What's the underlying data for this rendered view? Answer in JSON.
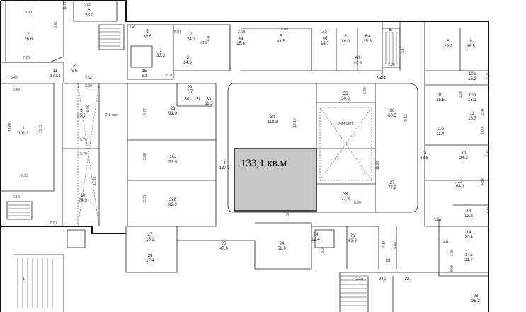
{
  "plan": {
    "highlight": {
      "label": "133,1 кв.м",
      "color": "#c8c8c8"
    },
    "light_well_labels": [
      "2-й свет",
      "3-ий свет"
    ],
    "rooms": [
      {
        "num": "5",
        "area": "28.0"
      },
      {
        "num": "2",
        "area": "76.8"
      },
      {
        "num": "IV",
        "area": ""
      },
      {
        "num": "6",
        "area": "39.6"
      },
      {
        "num": "2",
        "area": "24.3"
      },
      {
        "num": "1",
        "area": "33.3"
      },
      {
        "num": "3",
        "area": "14.9"
      },
      {
        "num": "4a",
        "area": "15.6"
      },
      {
        "num": "5",
        "area": "81.5"
      },
      {
        "num": "4б",
        "area": "14.7"
      },
      {
        "num": "6",
        "area": "16.0"
      },
      {
        "num": "6a",
        "area": "15.6"
      },
      {
        "num": "6б",
        "area": "10.9"
      },
      {
        "num": "E",
        "area": ""
      },
      {
        "num": "8",
        "area": "29.2"
      },
      {
        "num": "9",
        "area": "38.5"
      },
      {
        "num": "8",
        "area": "5.6"
      },
      {
        "num": "11",
        "area": "170.4"
      },
      {
        "num": "15",
        "area": "6.1"
      },
      {
        "num": "7",
        "area": "94.4"
      },
      {
        "num": "1",
        "area": "101.3"
      },
      {
        "num": "9",
        "area": "55.2"
      },
      {
        "num": "28",
        "area": "91.0"
      },
      {
        "num": "28a",
        "area": "73.9"
      },
      {
        "num": "28б",
        "area": "83.3"
      },
      {
        "num": "29",
        "area": "7.7"
      },
      {
        "num": "30",
        "area": ""
      },
      {
        "num": "31",
        "area": ""
      },
      {
        "num": "33",
        "area": "11.3"
      },
      {
        "num": "34",
        "area": "118.3"
      },
      {
        "num": "35",
        "area": "30.8"
      },
      {
        "num": "36",
        "area": "60.5"
      },
      {
        "num": "37",
        "area": "77.2"
      },
      {
        "num": "38",
        "area": "27.8"
      },
      {
        "num": "4",
        "area": "137.9"
      },
      {
        "num": "10",
        "area": "74.3"
      },
      {
        "num": "10a",
        "area": "15.2"
      },
      {
        "num": "10б",
        "area": "16.1"
      },
      {
        "num": "10",
        "area": "35.5"
      },
      {
        "num": "11",
        "area": "16.7"
      },
      {
        "num": "11б",
        "area": "11.4"
      },
      {
        "num": "7a",
        "area": "43.6"
      },
      {
        "num": "7б",
        "area": "24.2"
      },
      {
        "num": "12",
        "area": "64.1"
      },
      {
        "num": "13",
        "area": "13.8"
      },
      {
        "num": "12a",
        "area": ""
      },
      {
        "num": "14",
        "area": "20.4"
      },
      {
        "num": "14a",
        "area": "21.7"
      },
      {
        "num": "14б",
        "area": ""
      },
      {
        "num": "27",
        "area": "15.2"
      },
      {
        "num": "26",
        "area": "17.4"
      },
      {
        "num": "25",
        "area": "47.0"
      },
      {
        "num": "24",
        "area": "52.0"
      },
      {
        "num": "24",
        "area": "12.4"
      },
      {
        "num": "7a",
        "area": "63.8"
      },
      {
        "num": "23",
        "area": ""
      },
      {
        "num": "21a",
        "area": ""
      },
      {
        "num": "24a",
        "area": ""
      },
      {
        "num": "22",
        "area": ""
      },
      {
        "num": "28",
        "area": "35.2"
      },
      {
        "num": "1",
        "area": ""
      }
    ],
    "dimensions": [
      "6.72",
      "11.97",
      "5.96",
      "8.99",
      "7.20",
      "2.60",
      "9.49",
      "2.57",
      "8.97",
      "6.16",
      "4.07",
      "2.86",
      "5.17",
      "9.20",
      "5.48",
      "3.94",
      "5.49",
      "3.90",
      "9.80",
      "9.77",
      "14.88",
      "13.15",
      "5.76",
      "5.79",
      "5.88",
      "5.59",
      "11.98",
      "6.93",
      "6.18",
      "2.70",
      "18.10",
      "3.89",
      "9.53",
      "12.25",
      "8.20",
      "5.61",
      "2.78",
      "2.96",
      "2.94",
      "3.00",
      "2.92",
      "4.84",
      "2.77",
      "3.36",
      "3.03",
      "5.57",
      "4.14",
      "5.08"
    ]
  }
}
